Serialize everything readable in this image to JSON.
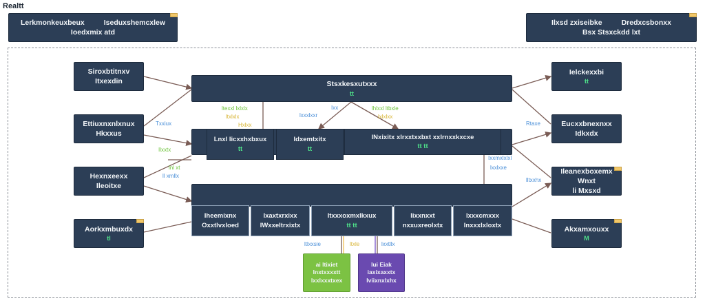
{
  "title": "Realtt",
  "legend_left": {
    "line1a": "Lerkmonkeuxbeux",
    "line1b": "Iseduxshemcxlew",
    "line2": "Ioedxmix atd"
  },
  "legend_right": {
    "line1a": "Ilxsd zxiseibke",
    "line1b": "Dredxcsbonxx",
    "line2": "Bsx Stsxckdd lxt"
  },
  "left_nodes": [
    {
      "line1": "Siroxbtitnxv",
      "line2": "Itxexdin"
    },
    {
      "line1": "Ettiuxnxnlxnux",
      "line2": "Hkxxus"
    },
    {
      "line1": "Hexnxeexx",
      "line2": "Ileoitxe"
    },
    {
      "line1": "Aorkxmbuxdx",
      "line2": "tl"
    }
  ],
  "right_nodes": [
    {
      "line1": "Ielckexxbi",
      "line2": "tt"
    },
    {
      "line1": "Eucxxbnexnxx",
      "line2": "Idkxdx"
    },
    {
      "line1": "Ileanexboxemx Wnxt",
      "line2": "li Mxsxd"
    },
    {
      "line1": "Akxamxouxx",
      "line2": "M"
    }
  ],
  "top_bar": {
    "label": "Stsxkesxutxxx",
    "flag": "tt"
  },
  "middle_cells": [
    {
      "line1": "Lnxl Iicxxhxbxux",
      "line2": "tt"
    },
    {
      "line1": "Idxemtxitx",
      "line2": "tt"
    },
    {
      "line1": "INxixitx xlrxxtxxbxt xxIrnxxkxcxe",
      "line2": "tt  tt"
    }
  ],
  "bottom_cells": [
    {
      "line1": "Iheemixnx",
      "line2": "Oxxtlvxloed"
    },
    {
      "line1": "Ixaxtxrxixx",
      "line2": "IWxxeltrxixtx"
    },
    {
      "line1": "Itxxxoxmxlkxux",
      "line2": "tt  tt"
    },
    {
      "line1": "Iixxnxxt",
      "line2": "nxxuxreolxtx"
    },
    {
      "line1": "Ixxxcmxxx",
      "line2": "Inxxxlxloxtx"
    }
  ],
  "green_box": {
    "line1": "ai  ltixiet",
    "line2": "Inxtxxxxtt",
    "line3": "lxxlxxxtxex"
  },
  "purple_box": {
    "line1": "Iui  Eiak",
    "line2": "iaxixaxxtx",
    "line3": "Iviixnxlxhx"
  },
  "labels": {
    "a1": "ltexxl lxlxlx",
    "a2": "ltxlxlx",
    "a3": "Hxlxx",
    "b1": "lxxxlxxr",
    "b2": "Ixx",
    "c1": "lhlxxl ltbxle",
    "c2": "lxlxlxx",
    "d1": "Txxiux",
    "d2": "Ilxxtx",
    "d3": "lnl xt",
    "d4": "ll xmllx",
    "e1": "Ixxmxlxlxl",
    "e2": "lxxlxxe",
    "f1": "Rtaxe",
    "f2": "lltxxhx",
    "g1": "ltlxxsie",
    "g2": "ltxle",
    "g3": "lxxtllx"
  },
  "colors": {
    "node_bg": "#2c3e56",
    "green_box": "#7cc243",
    "purple_box": "#6a4ab0",
    "arrow": "#7a5c55",
    "note": "#f2c86a"
  }
}
